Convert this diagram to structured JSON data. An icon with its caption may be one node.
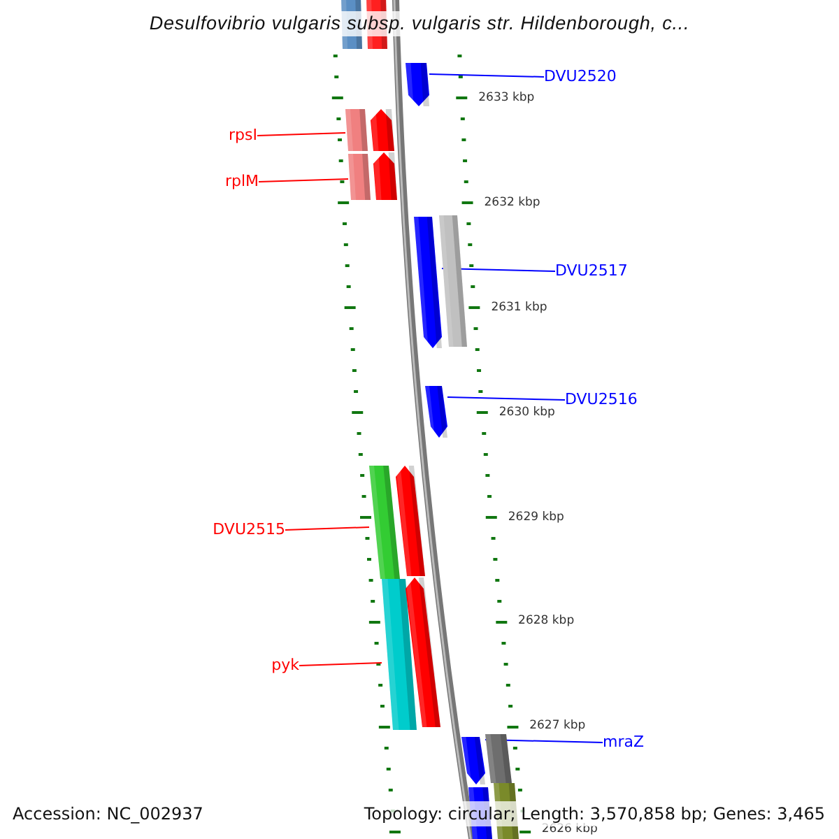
{
  "diagram": {
    "title": "Desulfovibrio vulgaris subsp. vulgaris str. Hildenborough, c...",
    "nodes": [
      {
        "text": [],
        "shape": "bar"
      },
      {
        "text": [],
        "shape": "bar"
      },
      {
        "text": [
          "DVU2520"
        ]
      },
      {
        "text": [],
        "shape": "arrow"
      },
      {
        "text": [
          "rpsI"
        ]
      },
      {
        "text": [],
        "shape": "bar"
      },
      {
        "text": [],
        "shape": "arrow"
      },
      {
        "text": [
          "rplM"
        ]
      },
      {
        "text": [],
        "shape": "bar"
      },
      {
        "text": [],
        "shape": "arrow"
      },
      {
        "text": [
          "DVU2517"
        ]
      },
      {
        "text": [],
        "shape": "arrow"
      },
      {
        "text": [],
        "shape": "bar"
      },
      {
        "text": [
          "DVU2516"
        ]
      },
      {
        "text": [],
        "shape": "arrow"
      },
      {
        "text": [
          "DVU2515"
        ]
      },
      {
        "text": [],
        "shape": "bar"
      },
      {
        "text": [],
        "shape": "arrow"
      },
      {
        "text": [
          "pyk"
        ]
      },
      {
        "text": [],
        "shape": "bar"
      },
      {
        "text": [],
        "shape": "arrow"
      },
      {
        "text": [
          "mraZ"
        ]
      },
      {
        "text": [],
        "shape": "arrow"
      },
      {
        "text": [],
        "shape": "bar"
      },
      {
        "text": [],
        "shape": "bar"
      },
      {
        "text": [],
        "shape": "bar"
      }
    ],
    "edges": [
      {
        "from": 2,
        "to": 3,
        "arrow": "none"
      },
      {
        "from": 4,
        "to": 5,
        "arrow": "none",
        "color": "#ff0000"
      },
      {
        "from": 7,
        "to": 8,
        "arrow": "none",
        "color": "#ff0000"
      },
      {
        "from": 10,
        "to": 11,
        "arrow": "none"
      },
      {
        "from": 13,
        "to": 14,
        "arrow": "none"
      },
      {
        "from": 15,
        "to": 16,
        "arrow": "none",
        "color": "#ff0000"
      },
      {
        "from": 18,
        "to": 19,
        "arrow": "none",
        "color": "#ff0000"
      },
      {
        "from": 21,
        "to": 22,
        "arrow": "none"
      }
    ],
    "labels": [
      "2633 kbp",
      "2632 kbp",
      "2631 kbp",
      "2630 kbp",
      "2629 kbp",
      "2628 kbp",
      "2627 kbp",
      "2626 kbp",
      "Accession: NC_002937",
      "Topology: circular; Length: 3,570,858 bp; Genes: 3,465"
    ]
  }
}
